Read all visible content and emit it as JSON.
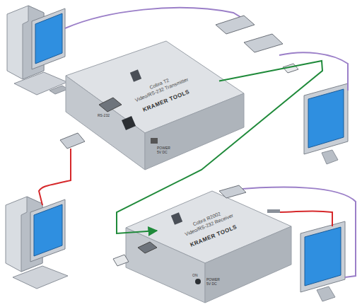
{
  "diagram": {
    "nodes": [
      {
        "text": [
          "Cobra T2",
          "Video/RS-232 Transmitter",
          "KRAMER TOOLS"
        ]
      },
      {
        "text": [
          "Cobra R2002",
          "Video/RS-232 Receiver",
          "KRAMER TOOLS"
        ]
      }
    ],
    "edges": [
      {
        "from": 0,
        "to": 1,
        "arrow": "to"
      }
    ],
    "labels": [
      "RS-232",
      "POWER",
      "5V DC",
      "ON",
      "POWER",
      "5V DC"
    ]
  }
}
